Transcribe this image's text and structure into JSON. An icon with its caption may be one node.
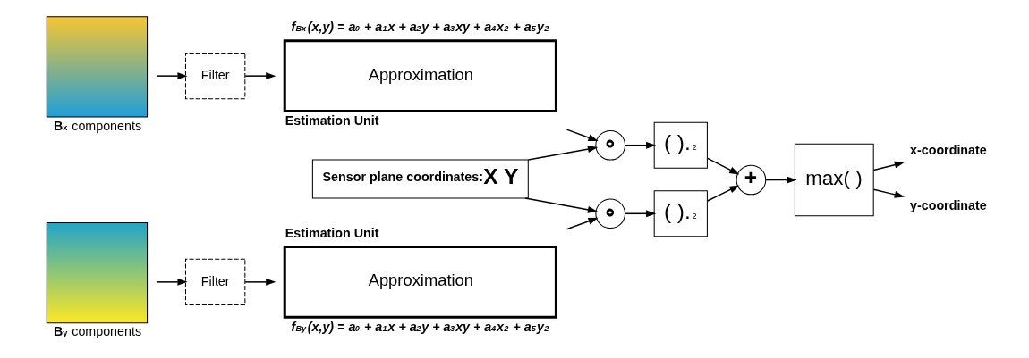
{
  "diagram": {
    "nodes": [
      {
        "text": [],
        "shape": "picture",
        "beside": [
          "**B$_{x}$** components"
        ]
      },
      {
        "text": [
          "Filter"
        ]
      },
      {
        "text": [
          "Approximation",
          "Estimation Unit"
        ],
        "beside": [
          "f$_{Bx}$(x,y) = a$_{0}$ + a$_{1}$x + a$_{2}$y + a$_{3}$xy + a$_{4}$x$^{2}$ + a$_{5}$y$^{2}$"
        ]
      },
      {
        "text": [
          "∘"
        ]
      },
      {
        "text": [
          "( ).$^{2}$"
        ]
      },
      {
        "text": [
          "Sensor plane coordinates:",
          "X Y"
        ]
      },
      {
        "text": [
          "+"
        ]
      },
      {
        "text": [
          "max( )"
        ]
      },
      {
        "text": [
          "x-coordinate"
        ]
      },
      {
        "text": [
          "y-coordinate"
        ]
      },
      {
        "text": [],
        "shape": "picture",
        "beside": [
          "**B$_{y}$** components"
        ]
      },
      {
        "text": [
          "Filter"
        ]
      },
      {
        "text": [
          "Estimation Unit",
          "Approximation"
        ],
        "beside": [
          "f$_{By}$(x,y) = a$_{0}$ + a$_{1}$x + a$_{2}$y + a$_{3}$xy + a$_{4}$x$^{2}$ + a$_{5}$y$^{2}$"
        ]
      },
      {
        "text": [
          "∘"
        ]
      },
      {
        "text": [
          "( ).$^{2}$"
        ]
      }
    ],
    "edges": [
      {
        "from": 0,
        "to": 1,
        "arrow": "to"
      },
      {
        "from": 1,
        "to": 2,
        "arrow": "to"
      },
      {
        "from": 2,
        "to": 3,
        "arrow": "to"
      },
      {
        "from": 3,
        "to": 4,
        "arrow": "to"
      },
      {
        "from": 4,
        "to": 6,
        "arrow": "to"
      },
      {
        "from": 5,
        "to": 3,
        "arrow": "to"
      },
      {
        "from": 5,
        "to": 13,
        "arrow": "to"
      },
      {
        "from": 10,
        "to": 11,
        "arrow": "to"
      },
      {
        "from": 11,
        "to": 12,
        "arrow": "to"
      },
      {
        "from": 12,
        "to": 13,
        "arrow": "to"
      },
      {
        "from": 13,
        "to": 14,
        "arrow": "to"
      },
      {
        "from": 14,
        "to": 6,
        "arrow": "to"
      },
      {
        "from": 6,
        "to": 7,
        "arrow": "to"
      },
      {
        "from": 7,
        "to": 8,
        "arrow": "to"
      },
      {
        "from": 7,
        "to": 9,
        "arrow": "to"
      }
    ]
  }
}
